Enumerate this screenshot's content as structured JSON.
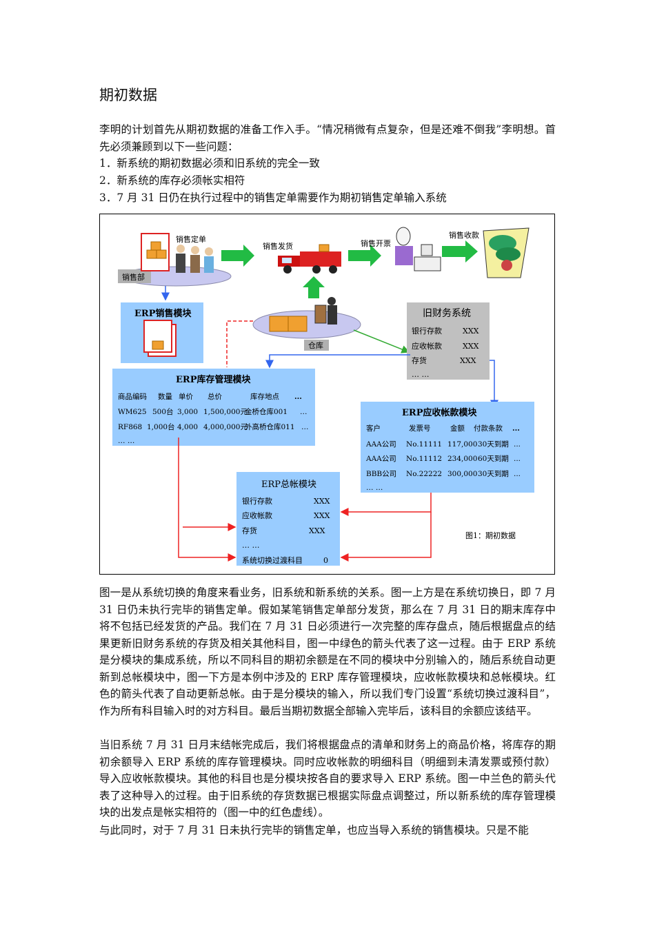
{
  "page": {
    "title": "期初数据",
    "intro": "李明的计划首先从期初数据的准备工作入手。“情况稍微有点复杂，但是还难不倒我”李明想。首先必须兼顾到以下一些问题：",
    "list": [
      "1．新系统的期初数据必须和旧系统的完全一致",
      "2．新系统的库存必须帐实相符",
      "3．7 月 31 日仍在执行过程中的销售定单需要作为期初销售定单输入系统"
    ],
    "body_paragraphs": [
      "图一是从系统切换的角度来看业务，旧系统和新系统的关系。图一上方是在系统切换日，即 7 月 31 日仍未执行完毕的销售定单。假如某笔销售定单部分发货，那么在 7 月 31 日的期末库存中将不包括已经发货的产品。我们在 7 月 31 日必须进行一次完整的库存盘点，随后根据盘点的结果更新旧财务系统的存货及相关其他科目，图一中绿色的箭头代表了这一过程。由于 ERP 系统是分模块的集成系统，所以不同科目的期初余额是在不同的模块中分别输入的，随后系统自动更新到总帐模块中，图一下方是本例中涉及的 ERP 库存管理模块，应收帐款模块和总帐模块。红色的箭头代表了自动更新总帐。由于是分模块的输入，所以我们专门设置“系统切换过渡科目”，作为所有科目输入时的对方科目。最后当期初数据全部输入完毕后，该科目的余额应该结平。",
      "当旧系统 7 月 31 日月末结帐完成后，我们将根据盘点的清单和财务上的商品价格，将库存的期初余额导入 ERP 系统的库存管理模块。同时应收帐款的明细科目（明细到未清发票或预付款）导入应收帐款模块。其他的科目也是分模块按各自的要求导入 ERP 系统。图一中兰色的箭头代表了这种导入的过程。由于旧系统的存货数据已根据实际盘点调整过，所以新系统的库存管理模块的出发点是帐实相符的（图一中的红色虚线）。",
      "与此同时，对于 7 月 31 日未执行完毕的销售定单，也应当导入系统的销售模块。只是不能"
    ]
  },
  "figure": {
    "process": {
      "sales_order": "销售定单",
      "delivery": "销售发货",
      "invoicing": "销售开票",
      "collection": "销售收款",
      "sales_dept": "销售部",
      "warehouse": "仓库"
    },
    "erp_sales": {
      "title": "ERP销售模块"
    },
    "old_finance": {
      "title": "旧财务系统",
      "rows": [
        {
          "label": "银行存款",
          "value": "XXX"
        },
        {
          "label": "应收帐款",
          "value": "XXX"
        },
        {
          "label": "存货",
          "value": "XXX"
        }
      ],
      "more": "… …"
    },
    "erp_inventory": {
      "title": "ERP库存管理模块",
      "headers": [
        "商品编码",
        "数量",
        "单价",
        "总价",
        "库存地点",
        "..."
      ],
      "rows": [
        [
          "WM625",
          "500台",
          "3,000",
          "1,500,000元",
          "金桥仓库001",
          "…"
        ],
        [
          "RF868",
          "1,000台",
          "4,000",
          "4,000,000元",
          "外高桥仓库011",
          "…"
        ]
      ],
      "more": "… …"
    },
    "erp_ar": {
      "title": "ERP应收帐款模块",
      "headers": [
        "客户",
        "发票号",
        "金额",
        "付款条款",
        "..."
      ],
      "rows": [
        [
          "AAA公司",
          "No.11111",
          "117,000",
          "30天到期",
          "..."
        ],
        [
          "AAA公司",
          "No.11112",
          "234,000",
          "60天到期",
          "..."
        ],
        [
          "BBB公司",
          "No.22222",
          "300,000",
          "30天到期",
          "..."
        ]
      ],
      "more": "… …"
    },
    "erp_gl": {
      "title": "ERP总帐模块",
      "rows": [
        {
          "label": "银行存款",
          "value": "XXX"
        },
        {
          "label": "应收帐款",
          "value": "XXX"
        },
        {
          "label": "存货",
          "value": "XXX"
        }
      ],
      "more": "… …",
      "transition": {
        "label": "系统切换过渡科目",
        "value": "0"
      }
    },
    "caption": "图1：期初数据",
    "colors": {
      "module_fill": "#99ccff",
      "old_fill": "#c0c0c0",
      "arrow_green": "#33cc33",
      "arrow_red": "#ee2222",
      "arrow_blue": "#3366ee",
      "big_arrow": "#22bb44"
    }
  }
}
